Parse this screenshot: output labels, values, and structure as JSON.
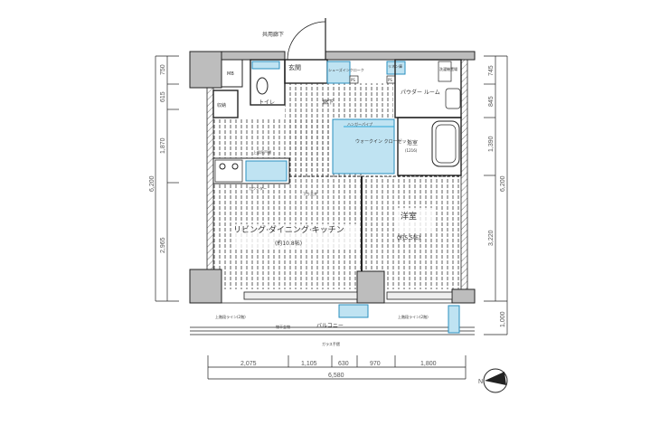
{
  "plan": {
    "common_corridor": "共用廊下",
    "mb": "MB",
    "entrance": "玄関",
    "shoes_closet": "シューズインクローク",
    "ps_left": "PS",
    "ps_right": "PS",
    "linen": "リネン庫",
    "laundry": "洗濯機置場",
    "powder_room": "パウダー ルーム",
    "toilet": "トイレ",
    "hallway": "廊下",
    "storage": "収納",
    "upper_cabinet": "上部吊戸棚",
    "walk_in_closet": "ウォークイン クローゼット",
    "hanger_pipe": "ハンガーパイプ",
    "bath": "浴室",
    "bath_size": "(1216)",
    "western_room": "洋室",
    "western_room_size": "(約5.5帖)",
    "ldk": "リビング·ダイニング·キッチン",
    "ldk_size": "(約10.8帖)",
    "counter": "カウンター",
    "lowered_ceiling": "下り天井",
    "balcony": "バルコニー",
    "drying_hardware": "物干金物",
    "upper_floor_line_left": "上階段ライン(2階)",
    "upper_floor_line_right": "上階段ライン(2階)",
    "glass_railing": "ガラス手摺"
  },
  "dimensions": {
    "left": [
      "750",
      "615",
      "1,870",
      "2,965"
    ],
    "left_total": "6,200",
    "right": [
      "745",
      "845",
      "1,390",
      "3,220"
    ],
    "right_total": "6,200",
    "right_balcony": "1,000",
    "bottom": [
      "2,075",
      "1,105",
      "630",
      "970",
      "1,800"
    ],
    "bottom_total": "6,580"
  },
  "compass": {
    "label": "N"
  }
}
